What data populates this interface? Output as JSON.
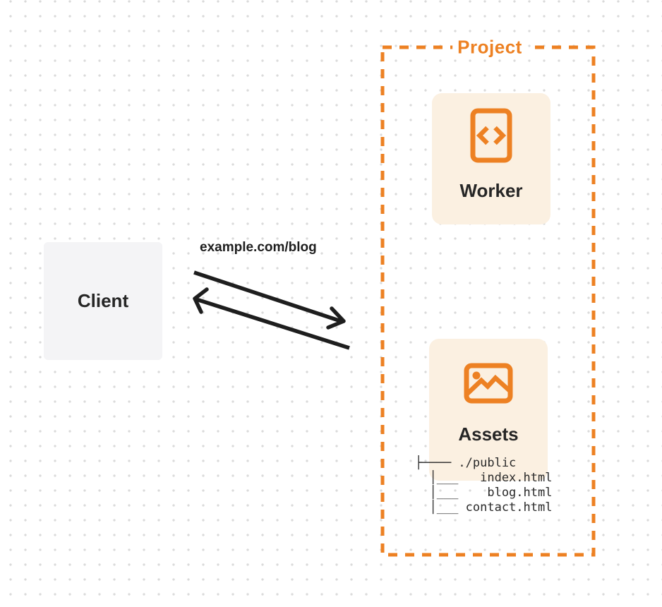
{
  "colors": {
    "accent_orange": "#ed8123",
    "card_background": "#fbf0e1",
    "client_background": "#f4f4f6",
    "arrow_black": "#1e1e1e",
    "text_dark": "#262626",
    "dot_grid": "#dadada"
  },
  "project": {
    "label": "Project",
    "worker": {
      "label": "Worker",
      "icon": "code-document-icon"
    },
    "assets": {
      "label": "Assets",
      "icon": "image-icon"
    },
    "file_tree": {
      "lines": [
        "├──── ./public",
        "  │___   index.html",
        "  │___    blog.html",
        "  │___ contact.html"
      ]
    }
  },
  "client": {
    "label": "Client"
  },
  "request": {
    "label": "example.com/blog"
  }
}
